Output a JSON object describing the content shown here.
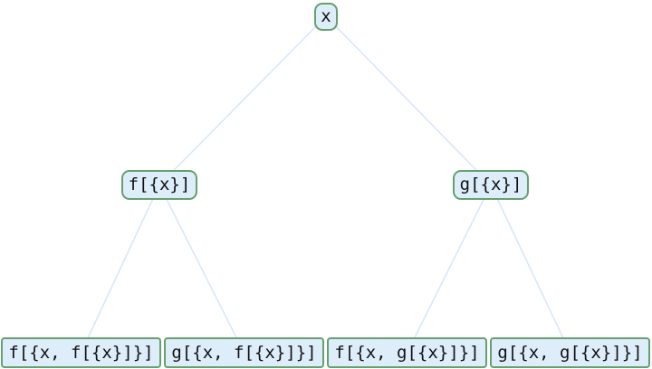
{
  "diagram": {
    "type": "expression-tree",
    "nodes": [
      {
        "id": "root",
        "label": "x",
        "level": 0
      },
      {
        "id": "f",
        "label": "f[{x}]",
        "level": 1
      },
      {
        "id": "g",
        "label": "g[{x}]",
        "level": 1
      },
      {
        "id": "leaf-ff",
        "label": "f[{x, f[{x}]}]",
        "level": 2
      },
      {
        "id": "leaf-gf",
        "label": "g[{x, f[{x}]}]",
        "level": 2
      },
      {
        "id": "leaf-fg",
        "label": "f[{x, g[{x}]}]",
        "level": 2
      },
      {
        "id": "leaf-gg",
        "label": "g[{x, g[{x}]}]",
        "level": 2
      }
    ],
    "edges": [
      {
        "from": "x",
        "to": "f[{x}]"
      },
      {
        "from": "x",
        "to": "g[{x}]"
      },
      {
        "from": "f[{x}]",
        "to": "f[{x, f[{x}]}]"
      },
      {
        "from": "f[{x}]",
        "to": "g[{x, f[{x}]}]"
      },
      {
        "from": "g[{x}]",
        "to": "f[{x, g[{x}]}]"
      },
      {
        "from": "g[{x}]",
        "to": "g[{x, g[{x}]}]"
      }
    ],
    "colors": {
      "node_fill": "#ddedfa",
      "node_border": "#65a06e",
      "edge": "#d9e6fa",
      "text": "#111111",
      "background": "#ffffff"
    }
  }
}
